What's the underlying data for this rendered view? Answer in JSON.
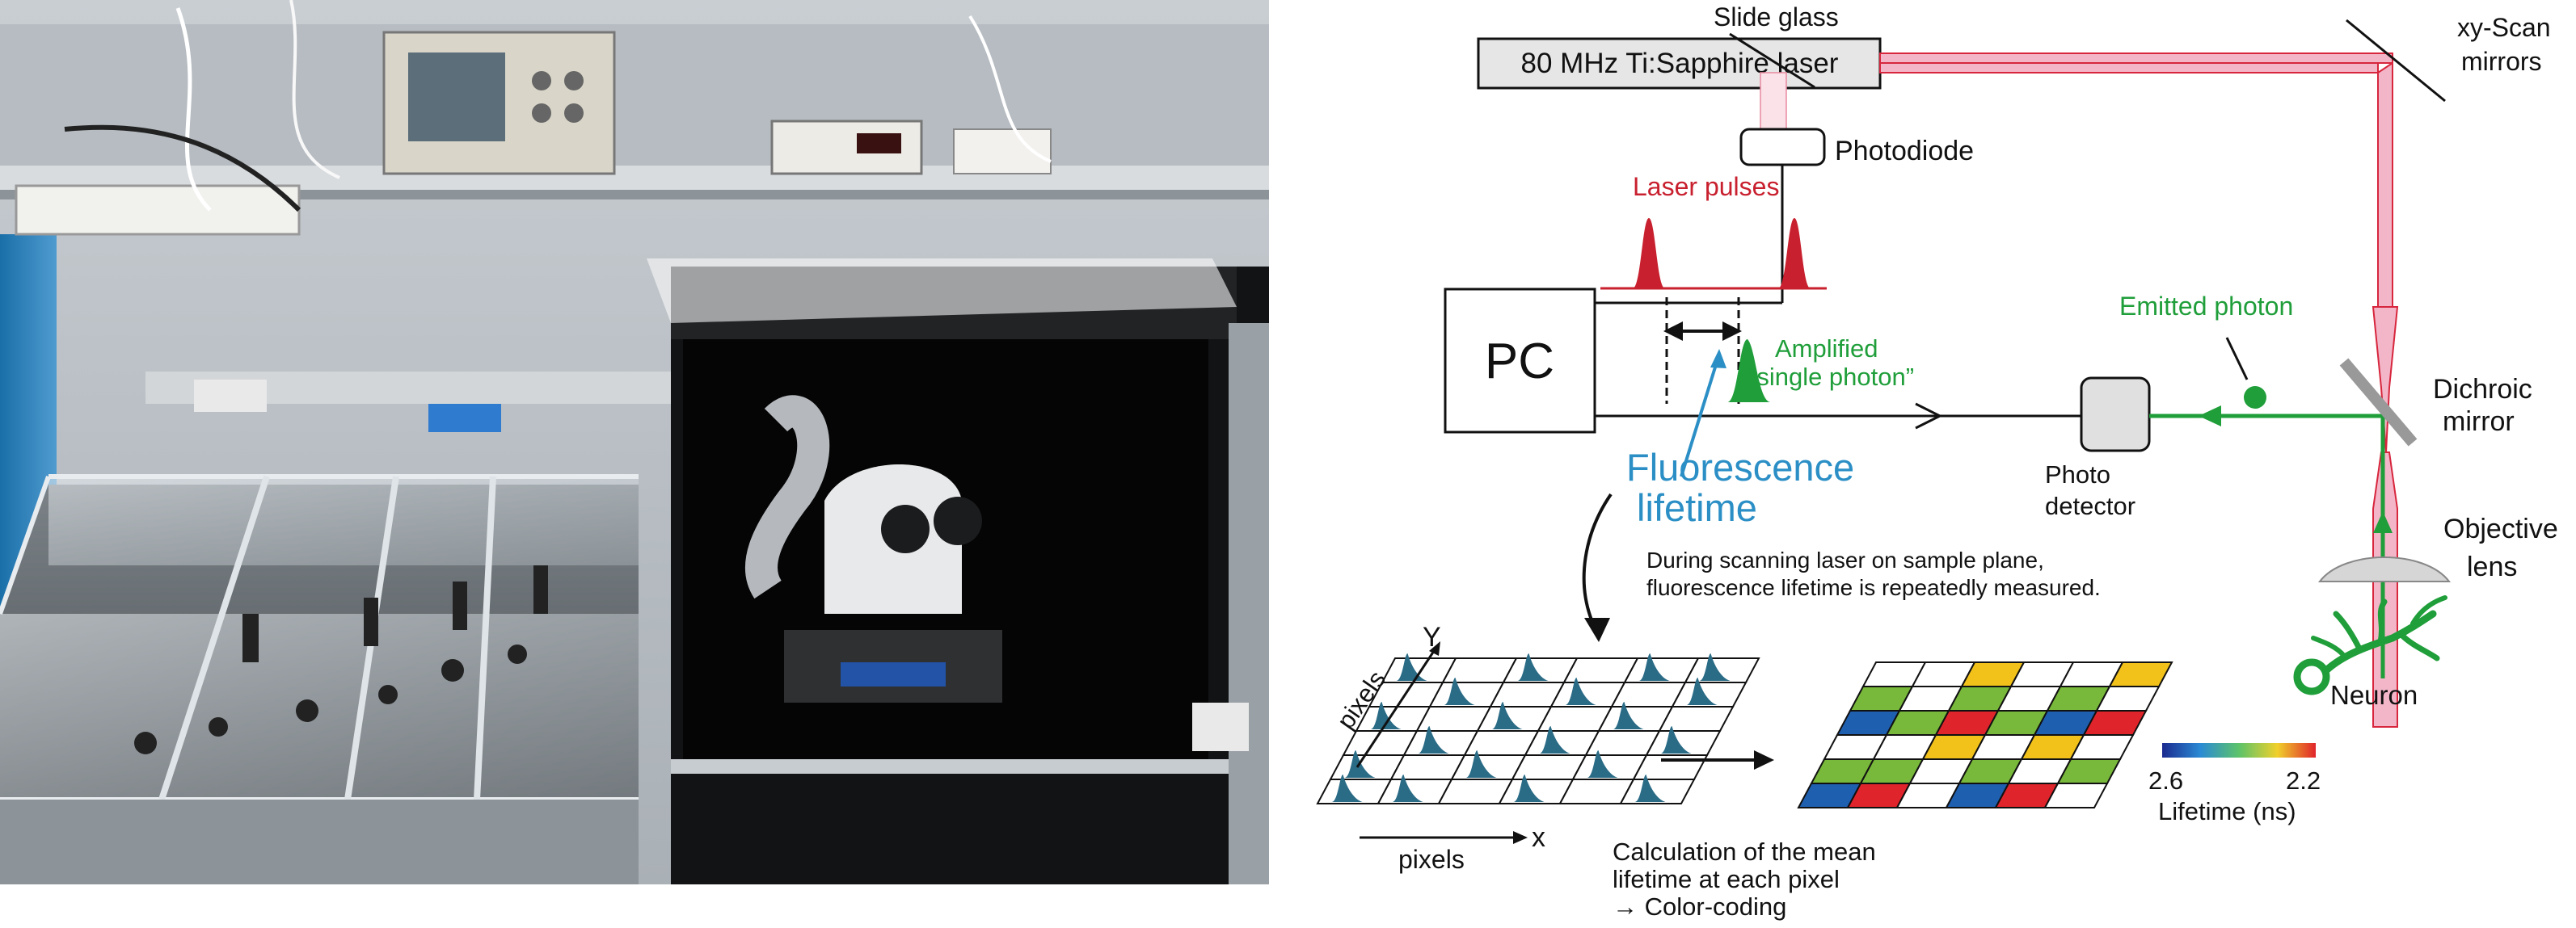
{
  "labels": {
    "laser": "80 MHz Ti:Sapphire laser",
    "slide_glass": "Slide glass",
    "xy_scan_1": "xy-Scan",
    "xy_scan_2": "mirrors",
    "photodiode": "Photodiode",
    "laser_pulses": "Laser pulses",
    "pc": "PC",
    "amplified_1": "Amplified",
    "amplified_2": "“single photon”",
    "emitted_photon": "Emitted photon",
    "dichroic_1": "Dichroic",
    "dichroic_2": "mirror",
    "fluorescence_1": "Fluorescence",
    "fluorescence_2": "lifetime",
    "photo_detector_1": "Photo",
    "photo_detector_2": "detector",
    "objective_1": "Objective",
    "objective_2": "lens",
    "neuron": "Neuron",
    "scan_note_1": "During scanning laser on sample plane,",
    "scan_note_2": "fluorescence lifetime is repeatedly measured.",
    "axis_y": "Y",
    "axis_pixels_y": "pixels",
    "axis_pixels_x": "pixels",
    "axis_x": "x",
    "calc_1": "Calculation of the mean",
    "calc_2": "lifetime at each pixel",
    "calc_3": "→ Color-coding",
    "scale_left": "2.6",
    "scale_right": "2.2",
    "scale_title": "Lifetime (ns)"
  },
  "colors": {
    "laser_beam": "#f3b6c8",
    "laser_red": "#d7263d",
    "pulse_red": "#c8202e",
    "green": "#1f9e3a",
    "blue": "#2b8fc6",
    "teal": "#2a6b86",
    "grid_yellow": "#f2c21b",
    "grid_green": "#78b83a",
    "grid_blue": "#1f5fb0",
    "grid_red": "#e0242b"
  },
  "color_grid": [
    [
      "white",
      "white",
      "yellow",
      "white",
      "white",
      "yellow"
    ],
    [
      "green",
      "white",
      "green",
      "white",
      "green",
      "white"
    ],
    [
      "blue",
      "green",
      "red",
      "green",
      "blue",
      "red"
    ],
    [
      "white",
      "white",
      "yellow",
      "white",
      "yellow",
      "white"
    ],
    [
      "green",
      "green",
      "white",
      "green",
      "white",
      "green"
    ],
    [
      "blue",
      "red",
      "white",
      "blue",
      "red",
      "white"
    ]
  ]
}
